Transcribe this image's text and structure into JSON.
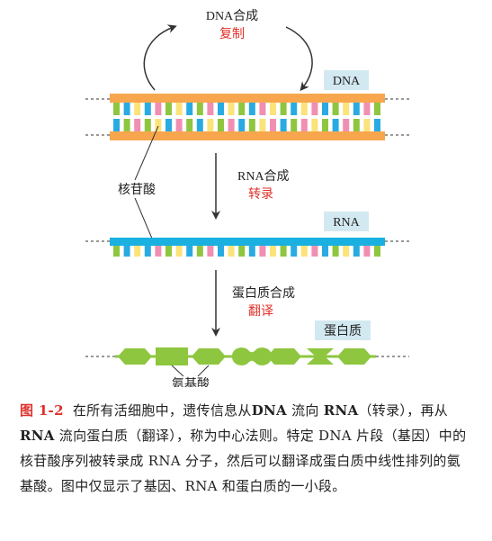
{
  "labels": {
    "dna_synthesis": "DNA合成",
    "replication": "复制",
    "dna_tag": "DNA",
    "nucleotide": "核苷酸",
    "rna_synthesis": "RNA合成",
    "transcription": "转录",
    "rna_tag": "RNA",
    "protein_synthesis": "蛋白质合成",
    "translation": "翻译",
    "protein_tag": "蛋白质",
    "amino_acid": "氨基酸"
  },
  "caption": {
    "fig_label": "图 1-2",
    "seg1": "在所有活细胞中，遗传信息从",
    "seg2": "DNA",
    "seg3": " 流向 ",
    "seg4": "RNA",
    "seg5": "（转录），再从 ",
    "seg6": "RNA",
    "seg7": " 流向蛋白质（翻译），称为中心法则。特定 DNA 片段（基因）中的核苷酸序列被转录成 RNA 分子，然后可以翻译成蛋白质中线性排列的氨基酸。图中仅显示了基因、RNA 和蛋白质的一小段。"
  },
  "colors": {
    "backbone_orange": "#f7a64e",
    "rna_blue": "#1ab0e0",
    "base_green": "#8ec63f",
    "base_blue": "#29abe2",
    "base_yellow": "#fbe37a",
    "base_pink": "#f08fb2",
    "tag_bg": "#d3e9f1",
    "accent_red": "#e0302a",
    "amino_green": "#8ec63f",
    "arrow_dark": "#333333"
  }
}
